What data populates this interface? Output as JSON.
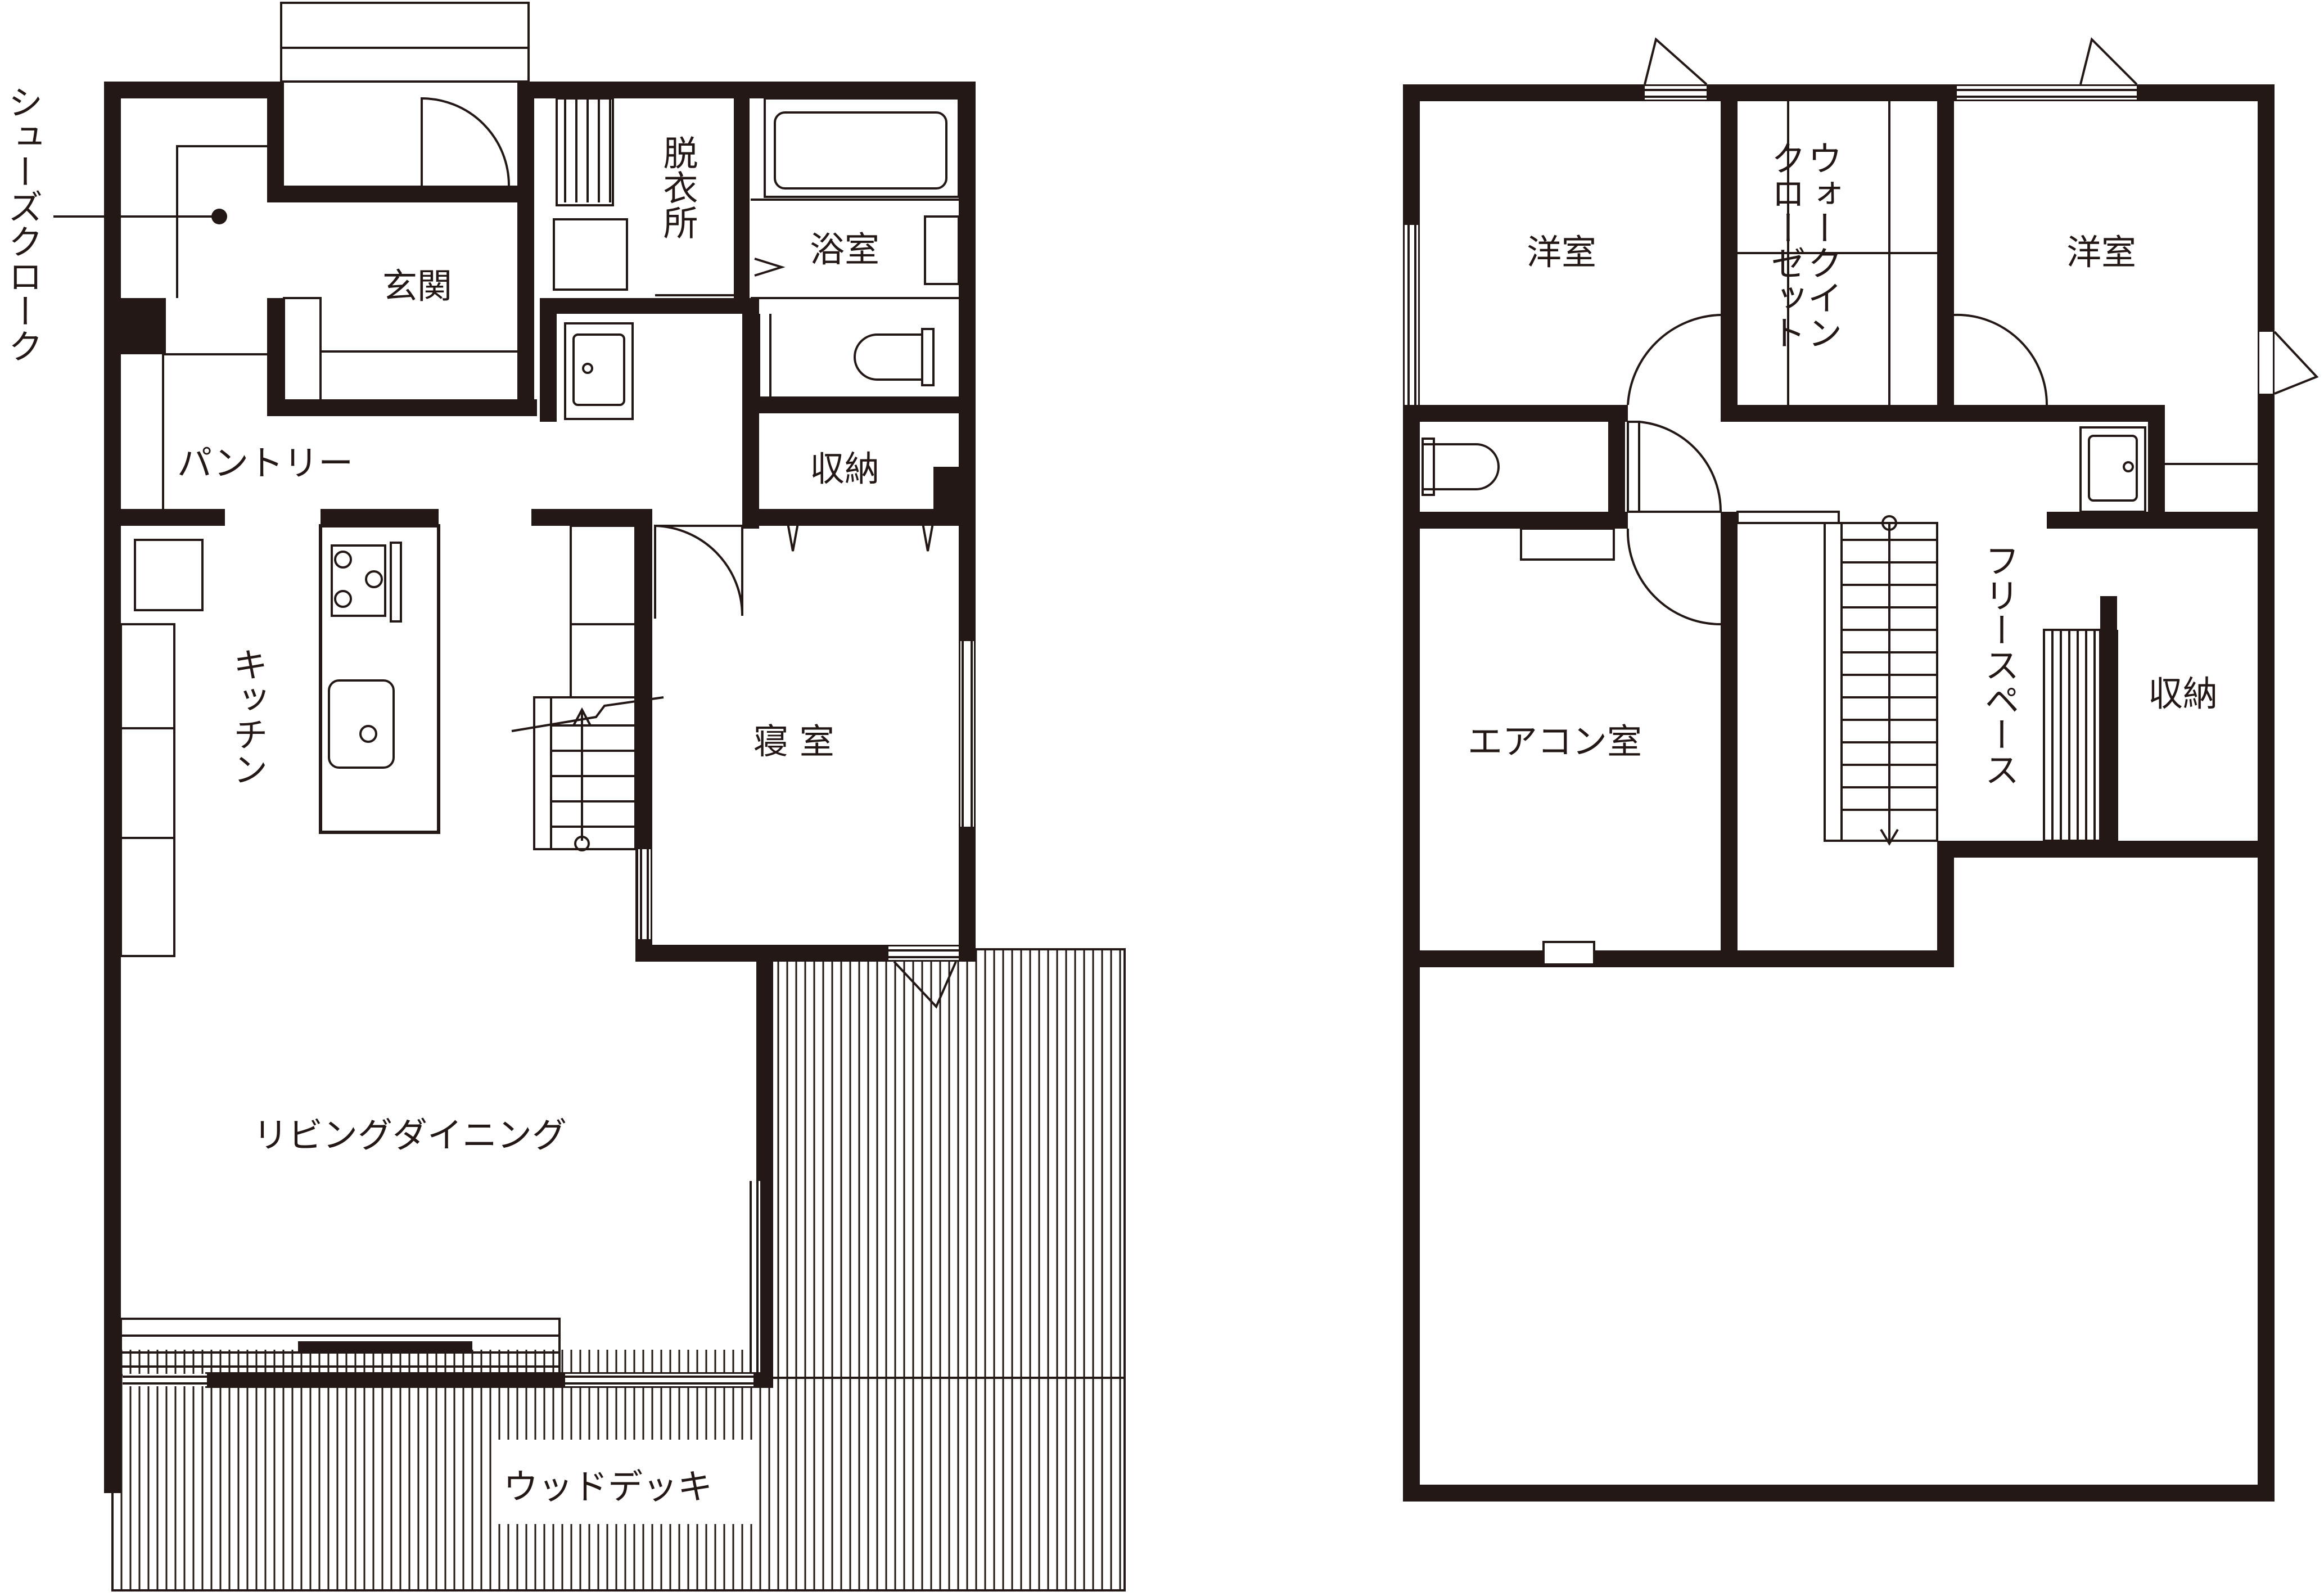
{
  "floor1": {
    "labels": {
      "shoe_cloak": "シューズクローク",
      "entrance": "玄関",
      "dressing": "脱衣所",
      "bath": "浴室",
      "pantry": "パントリー",
      "storage": "収納",
      "kitchen": "キッチン",
      "bedroom": "寝 室",
      "living_dining": "リビングダイニング",
      "wood_deck": "ウッドデッキ"
    }
  },
  "floor2": {
    "labels": {
      "western_room_left": "洋室",
      "walk_in_closet": "ウォークインクローゼット",
      "western_room_right": "洋室",
      "aircon_room": "エアコン室",
      "free_space": "フリースペース",
      "storage": "収納"
    }
  }
}
